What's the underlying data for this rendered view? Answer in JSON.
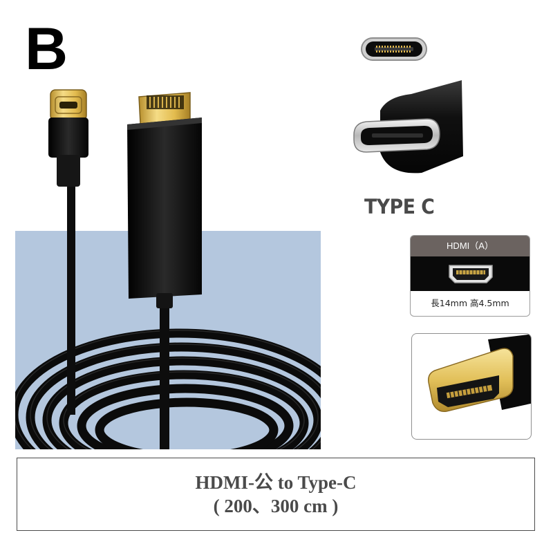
{
  "variant_label": "B",
  "type_c": {
    "label": "TYPE C"
  },
  "hdmi_card": {
    "header": "HDMI（A）",
    "dimensions": "長14mm 高4.5mm"
  },
  "caption": {
    "line1": "HDMI-公 to Type-C",
    "line2": "( 200、300 cm )"
  },
  "colors": {
    "background_panel": "#b4c7de",
    "gold": "#e6c25a",
    "cable": "#111111",
    "card_header": "#6b6360",
    "caption_text": "#4a4a4a"
  }
}
